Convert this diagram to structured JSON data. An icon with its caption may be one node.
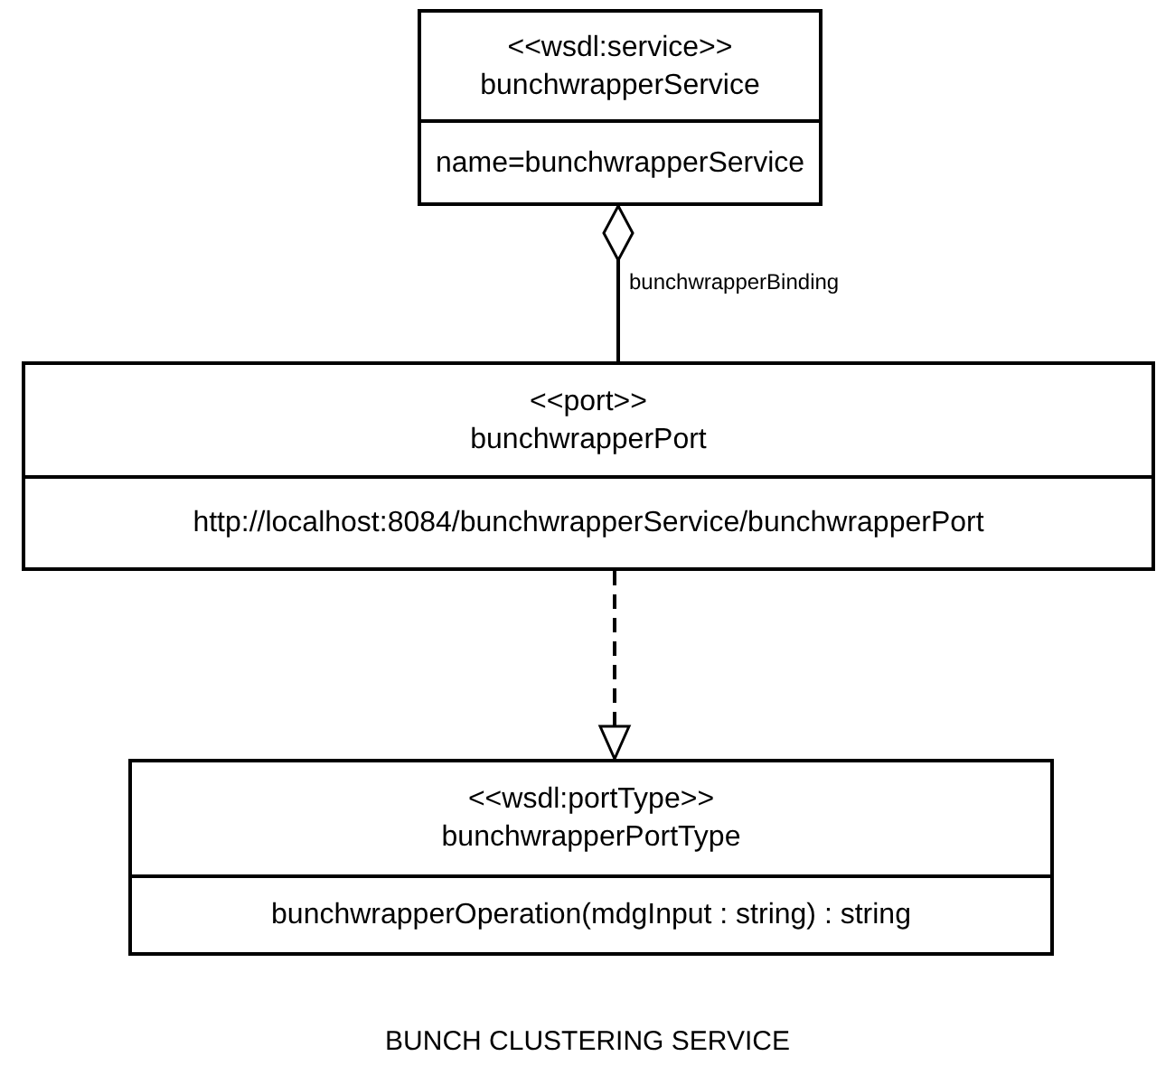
{
  "diagram": {
    "caption": "BUNCH CLUSTERING SERVICE",
    "nodes": [
      {
        "text": [
          "<<wsdl:service>>",
          "bunchwrapperService",
          "name=bunchwrapperService"
        ]
      },
      {
        "text": [
          "<<port>>",
          "bunchwrapperPort",
          "http://localhost:8084/bunchwrapperService/bunchwrapperPort"
        ]
      },
      {
        "text": [
          "<<wsdl:portType>>",
          "bunchwrapperPortType",
          "bunchwrapperOperation(mdgInput : string) : string"
        ]
      }
    ],
    "edges": [
      {
        "from": 1,
        "to": 0,
        "arrow": "other",
        "label": "bunchwrapperBinding"
      },
      {
        "from": 1,
        "to": 2,
        "arrow": "to",
        "style": "dashed"
      }
    ]
  }
}
